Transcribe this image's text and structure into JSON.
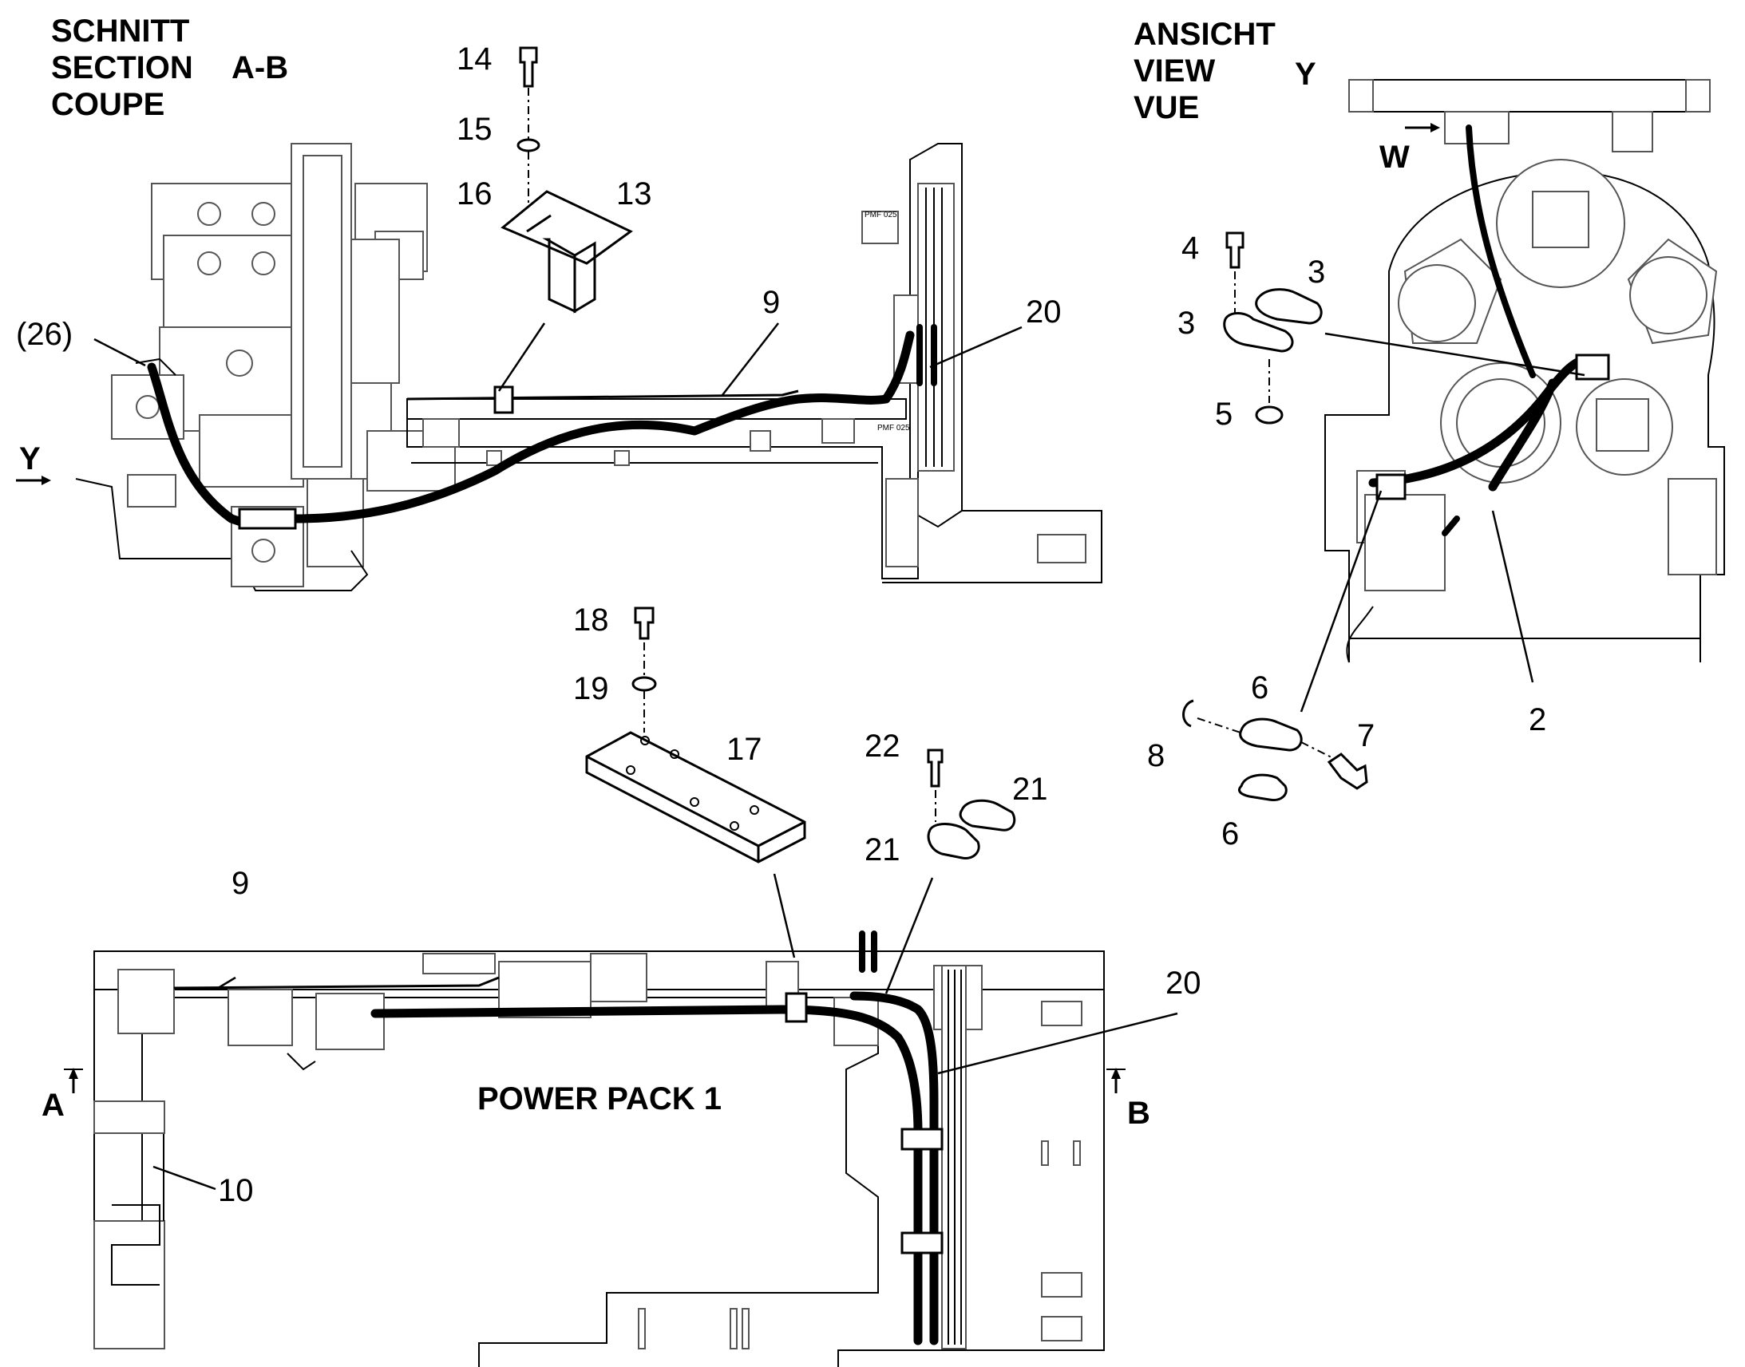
{
  "headings": {
    "section_de": "SCHNITT",
    "section_en": "SECTION",
    "section_fr": "COUPE",
    "section_id": "A-B",
    "view_de": "ANSICHT",
    "view_en": "VIEW",
    "view_fr": "VUE",
    "view_id": "Y",
    "main_title": "POWER PACK 1"
  },
  "markers": {
    "y_arrow": "Y",
    "w_arrow": "W",
    "a_arrow": "A",
    "b_arrow": "B"
  },
  "callouts": {
    "c2": "2",
    "c3a": "3",
    "c3b": "3",
    "c4": "4",
    "c5": "5",
    "c6a": "6",
    "c6b": "6",
    "c7": "7",
    "c8": "8",
    "c9a": "9",
    "c9b": "9",
    "c10": "10",
    "c13": "13",
    "c14": "14",
    "c15": "15",
    "c16": "16",
    "c17": "17",
    "c18": "18",
    "c19": "19",
    "c20a": "20",
    "c20b": "20",
    "c21a": "21",
    "c21b": "21",
    "c22": "22",
    "c26": "(26)"
  },
  "tags": {
    "plate1": "PMF 025",
    "plate2": "PMF 025"
  }
}
